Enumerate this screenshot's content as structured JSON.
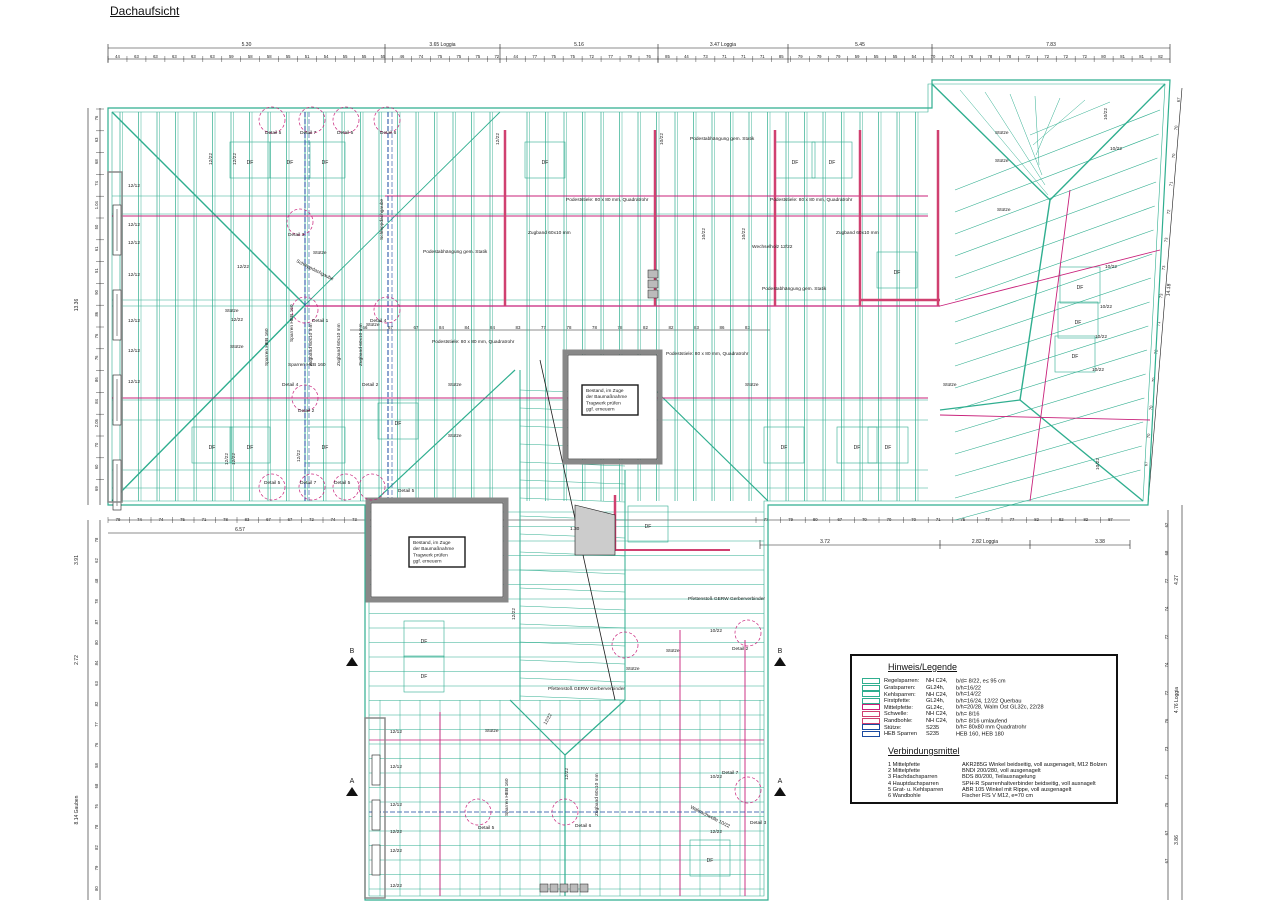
{
  "title": "Dachaufsicht",
  "colors": {
    "rafter": "#2fae8f",
    "ridge": "#c8207a",
    "ledger": "#d04070",
    "steel": "#1a4aa0",
    "ink": "#1a1a1a",
    "wall": "#888888"
  },
  "dims_top_main": [
    "5.30",
    "3.65 Loggia",
    "5.16",
    "3.47 Loggia",
    "5.45",
    "7.83"
  ],
  "dims_top_small": [
    "44",
    "63",
    "63",
    "63",
    "63",
    "63",
    "59",
    "58",
    "58",
    "55",
    "51",
    "54",
    "55",
    "55",
    "55",
    "46",
    "74",
    "75",
    "75",
    "75",
    "72",
    "44",
    "77",
    "75",
    "75",
    "72",
    "77",
    "79",
    "76",
    "85",
    "44",
    "73",
    "71",
    "71",
    "71",
    "85",
    "79",
    "79",
    "79",
    "59",
    "55",
    "55",
    "54",
    "70",
    "74",
    "76",
    "78",
    "78",
    "72",
    "72",
    "72",
    "72",
    "80",
    "81",
    "81",
    "82"
  ],
  "dims_mid_small": [
    "79",
    "74",
    "74",
    "75",
    "71",
    "78",
    "83",
    "67",
    "67",
    "72",
    "74",
    "73",
    "77",
    "79",
    "80",
    "67",
    "70",
    "70",
    "70",
    "71",
    "75",
    "77",
    "77",
    "82",
    "82",
    "82",
    "87"
  ],
  "dims_mid_main": [
    "6.57",
    "3.72",
    "2.82 Loggia",
    "3.38"
  ],
  "dims_row2": [
    "66",
    "67",
    "67",
    "84",
    "84",
    "84",
    "83",
    "77",
    "78",
    "78",
    "78",
    "82",
    "82",
    "83",
    "86",
    "83"
  ],
  "dims_left": [
    "76",
    "63",
    "68",
    "74",
    "1.04",
    "50",
    "61",
    "51",
    "90",
    "86",
    "76",
    "76",
    "86",
    "84",
    "2.05",
    "70",
    "60",
    "69"
  ],
  "dims_right_top": [
    "67",
    "70",
    "70",
    "71",
    "72",
    "73",
    "73",
    "73",
    "71",
    "72",
    "70",
    "70",
    "70",
    "67"
  ],
  "dims_right_bottom": [
    "62",
    "68",
    "72",
    "74",
    "72",
    "74",
    "72",
    "76",
    "73",
    "71",
    "75",
    "67",
    "67"
  ],
  "df_labels": [
    "DF",
    "DF",
    "DF",
    "DF",
    "DF",
    "DF",
    "DF",
    "DF",
    "DF",
    "DF",
    "DF",
    "DF",
    "DF",
    "DF",
    "DF",
    "DF",
    "DF",
    "DF",
    "DF",
    "DF",
    "DF"
  ],
  "df_positions_note": "",
  "notes": [
    {
      "text": "Detail 5"
    },
    {
      "text": "Detail 7"
    },
    {
      "text": "Detail 5"
    },
    {
      "text": "Detail 6"
    },
    {
      "text": "Detail 3"
    },
    {
      "text": "Detail 1"
    },
    {
      "text": "Detail 4"
    },
    {
      "text": "Detail 2"
    },
    {
      "text": "Detail 5"
    },
    {
      "text": "Detail 7"
    },
    {
      "text": "Detail 5"
    },
    {
      "text": "Detail 5"
    },
    {
      "text": "Detail 2"
    },
    {
      "text": "Detail 7"
    },
    {
      "text": "Detail 5"
    },
    {
      "text": "Detail 6"
    },
    {
      "text": "Detail 3"
    },
    {
      "text": "Detail 4"
    },
    {
      "text": "Detail 2"
    },
    {
      "text": "Stütze"
    },
    {
      "text": "Stütze"
    },
    {
      "text": "Stütze"
    },
    {
      "text": "Stütze"
    },
    {
      "text": "Stütze"
    },
    {
      "text": "Stütze"
    },
    {
      "text": "Stütze"
    },
    {
      "text": "Stütze"
    },
    {
      "text": "Stütze"
    },
    {
      "text": "Stütze"
    },
    {
      "text": "Stütze"
    },
    {
      "text": "Stütze"
    },
    {
      "text": "Stütze"
    },
    {
      "text": "Stütze"
    },
    {
      "text": "Wechselholz 12/22"
    },
    {
      "text": "Podestabhängung gem. Statik"
    },
    {
      "text": "Podestabhängung gem. Statik"
    },
    {
      "text": "Podestabhängung gem. Statik"
    },
    {
      "text": "Podeststiele: 80 x 80 mm, Quadratrohr"
    },
    {
      "text": "Podeststiele: 80 x 80 mm, Quadratrohr"
    },
    {
      "text": "Podeststiele: 80 x 80 mm, Quadratrohr"
    },
    {
      "text": "Podeststiele: 80 x 80 mm, Quadratrohr"
    },
    {
      "text": "Pfettenstoß GERW Gerberverbinder"
    },
    {
      "text": "Pfettenstoß GERW Gerberverbinder"
    },
    {
      "text": "Walmschwelle 10/22"
    },
    {
      "text": "Schleppdachgaube"
    },
    {
      "text": "Schleppdachgaube"
    },
    {
      "text": "Sparren HEB 160"
    },
    {
      "text": "Sparren HEB 160"
    },
    {
      "text": "Sparren HEB 160"
    },
    {
      "text": "Sparren HEB 160"
    },
    {
      "text": "Zugband 60x10 mm"
    },
    {
      "text": "Zugband 60x10 mm"
    },
    {
      "text": "Zugband 60x10 mm"
    },
    {
      "text": "Zugband 60x10 mm"
    },
    {
      "text": "Zugband 60x10 mm"
    },
    {
      "text": "Zugband 60x10 mm"
    },
    {
      "text": "1.30"
    },
    {
      "text": "1.25"
    },
    {
      "text": "Rinne-Walm-Sparren 8/22"
    }
  ],
  "sizes": [
    "12/22",
    "12/22",
    "12/22",
    "12/22",
    "12/22",
    "12/12",
    "12/12",
    "12/12",
    "12/12",
    "12/12",
    "12/12",
    "12/12",
    "12/12",
    "12/12",
    "12/12",
    "10/22",
    "10/22",
    "10/22",
    "10/22",
    "10/22",
    "10/22",
    "10/22",
    "10/22",
    "10/22",
    "10/22",
    "12/22",
    "12/22",
    "12/22",
    "12/22",
    "10/22",
    "10/22",
    "12/22",
    "12/22",
    "12/22",
    "12/22",
    "12/22",
    "12/22"
  ],
  "bestand_1": [
    "Bestand, im Zuge",
    "der Baumaßnahme",
    "Tragwerk prüfen",
    "ggf. erneuern"
  ],
  "bestand_2": [
    "Bestand, im Zuge",
    "der Baumaßnahme",
    "Tragwerk prüfen",
    "ggf. erneuern"
  ],
  "section_markers": [
    "B",
    "B",
    "A",
    "A"
  ],
  "legend": {
    "title": "Hinweis/Legende",
    "rows": [
      {
        "name": "Regelsparren:",
        "mat": "NH C24,",
        "dim": "b/d=  8/22, e≤ 95 cm",
        "color": "#2fae8f"
      },
      {
        "name": "Gratsparren:",
        "mat": "GL24h,",
        "dim": "b/h=16/22",
        "color": "#2fae8f"
      },
      {
        "name": "Kehlsparren:",
        "mat": "NH C24,",
        "dim": "b/h=14/22",
        "color": "#2fae8f"
      },
      {
        "name": "Firstpfette:",
        "mat": "GL24h,",
        "dim": "b/h=16/24, 12/22 Querbau",
        "color": "#2fae8f"
      },
      {
        "name": "Mittelpfette:",
        "mat": "GL24c,",
        "dim": "b/h=20/28, Walm Ost GL32c, 22/28",
        "color": "#c8207a"
      },
      {
        "name": "Schwelle:",
        "mat": "NH C24,",
        "dim": "b/h=  8/16",
        "color": "#d04070"
      },
      {
        "name": "Randbohle:",
        "mat": "NH C24,",
        "dim": "b/h=  8/16 umlaufend",
        "color": "#d04070"
      },
      {
        "name": "Stütze:",
        "mat": "S235",
        "dim": "b/h=  80x80 mm Quadratrohr",
        "color": "#1a4aa0"
      },
      {
        "name": "HEB Sparren",
        "mat": "S235",
        "dim": "HEB 160, HEB 180",
        "color": "#1a4aa0"
      }
    ],
    "title2": "Verbindungsmittel",
    "rows2": [
      {
        "name": "1 Mittelpfette",
        "val": "AKR285G Winkel beidseitig, voll ausgenagelt, M12 Bolzen"
      },
      {
        "name": "2 Mittelpfette",
        "val": "BNDI 200/280, voll ausgenagelt"
      },
      {
        "name": "3 Flachdachsparren",
        "val": "BDS 80/200, Teilausnagelung"
      },
      {
        "name": "4 Hauptdachsparren",
        "val": "SPH-R Sparrenhaltverbinder beidseitig, voll ausnagelt"
      },
      {
        "name": "5 Grat- u. Kehlsparren",
        "val": "ABR 105 Winkel mit Rippe, voll ausgenagelt"
      },
      {
        "name": "6 Wandbohle",
        "val": "Fischer FIS V M12, e=70 cm"
      }
    ]
  }
}
